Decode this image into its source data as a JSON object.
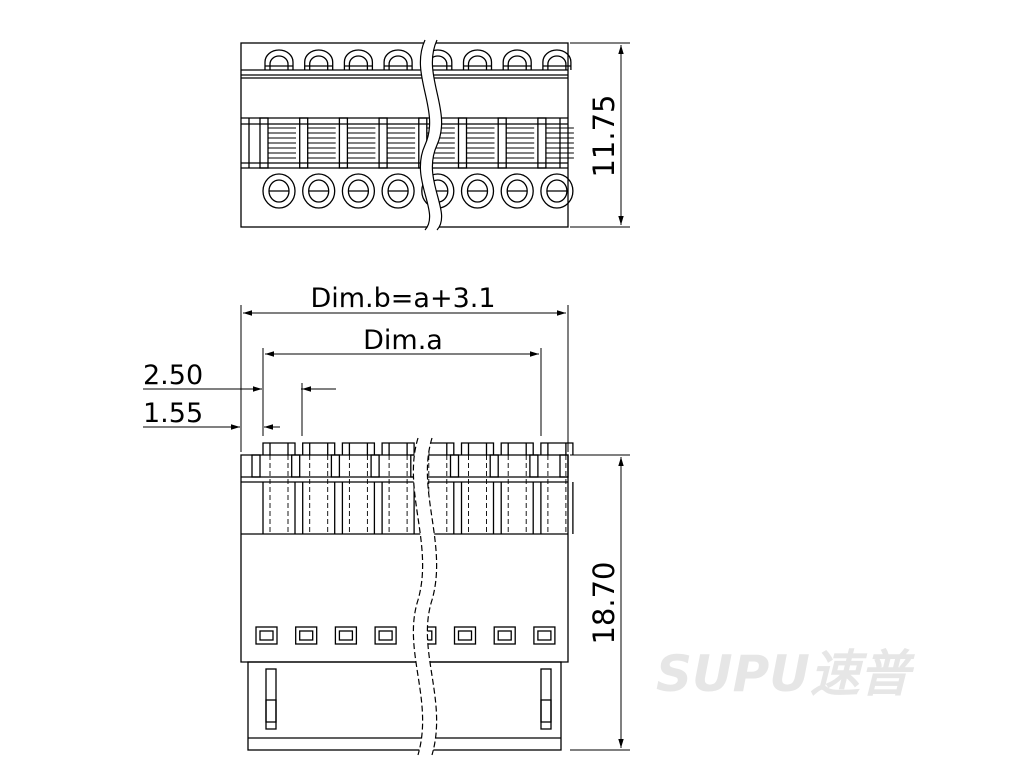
{
  "dimensions": {
    "height_top": "11.75",
    "dim_b": "Dim.b=a+3.1",
    "dim_a": "Dim.a",
    "pitch": "2.50",
    "width_small": "1.55",
    "height_bottom": "18.70"
  },
  "watermark": {
    "text": "SUPU速普",
    "color": "#e6e6e6"
  },
  "drawing": {
    "pole_count": 8,
    "line_color": "#000000"
  }
}
